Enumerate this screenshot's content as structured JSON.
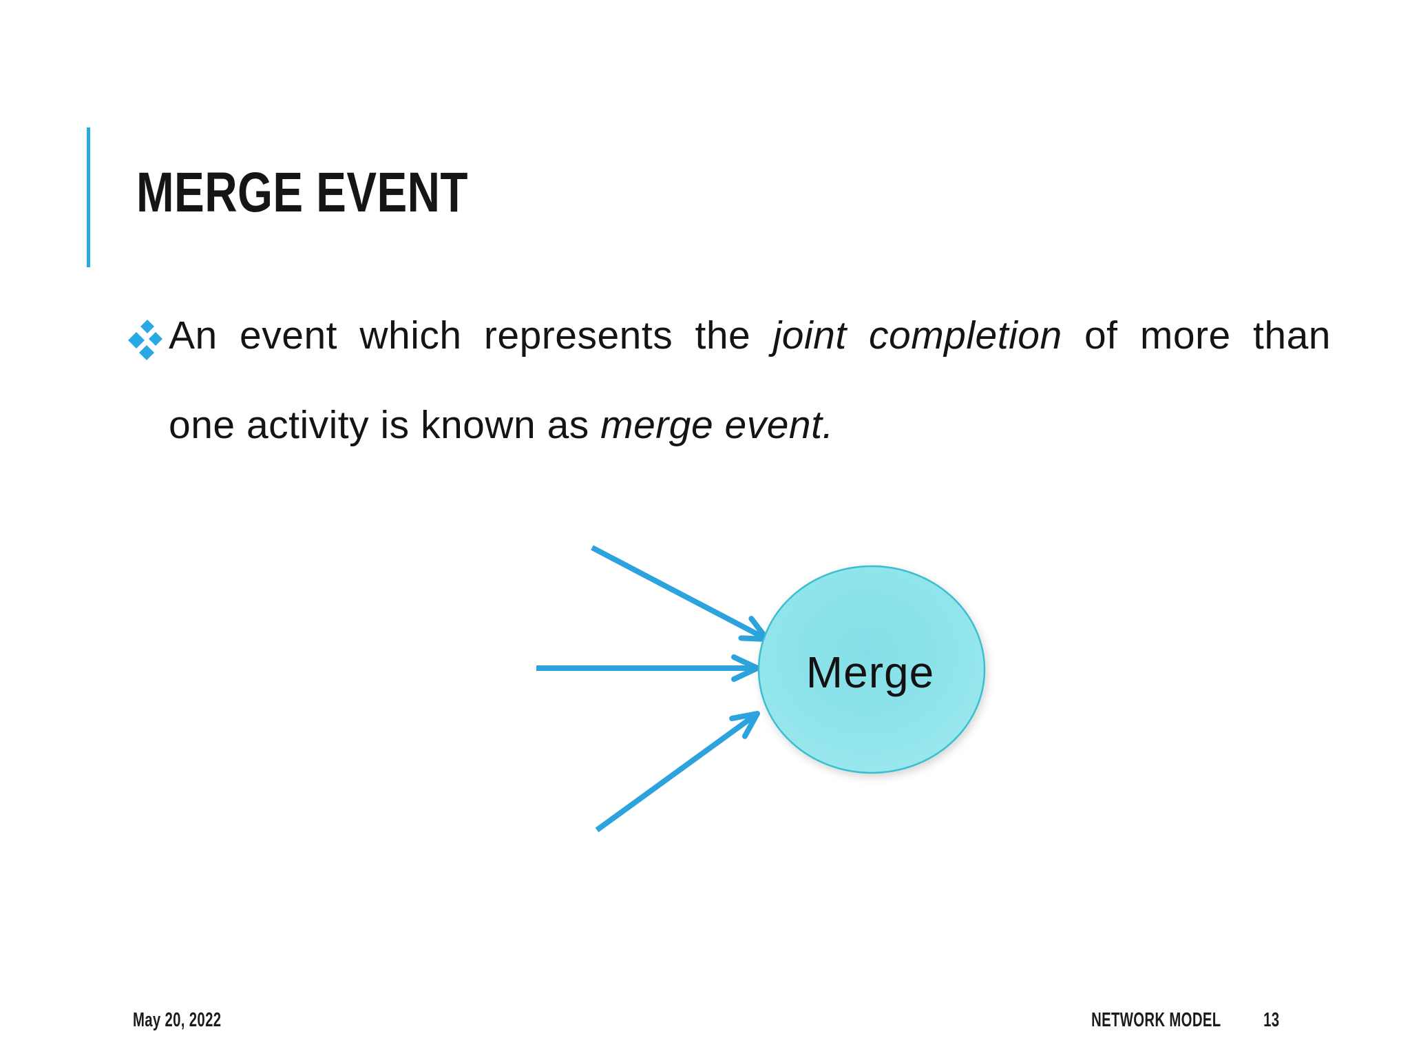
{
  "slide": {
    "title": "MERGE EVENT",
    "accent_color": "#29A9E1",
    "background_color": "#FFFFFF"
  },
  "bullet": {
    "line1_text": "An event which represents the ",
    "line1_italic": "joint completion",
    "line1_end": " of more than",
    "line2_text": "one activity is known as ",
    "line2_italic": "merge event."
  },
  "diagram": {
    "node_label": "Merge",
    "node_fill_center": "#85DFE8",
    "node_fill_edge": "#A9EDF1",
    "node_border_color": "#3ABFD0",
    "arrow_color": "#2CA3DC",
    "incoming_arrow_count": 3
  },
  "footer": {
    "date": "May 20, 2022",
    "course_title": "NETWORK MODEL",
    "page_number": "13"
  }
}
